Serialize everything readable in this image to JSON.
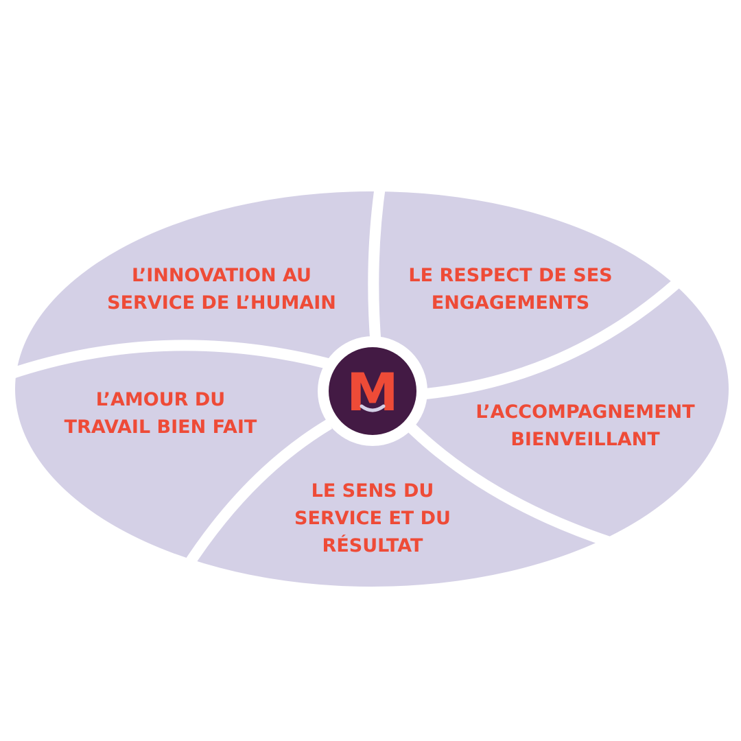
{
  "colors": {
    "background": "#ffffff",
    "segment_fill": "#d4d0e6",
    "separator": "#ffffff",
    "label_text": "#ee4b37",
    "logo_circle": "#431a44",
    "logo_letter": "#ee4b37",
    "logo_smile": "#d4d0e6"
  },
  "logo": {
    "letter": "M"
  },
  "segments": [
    {
      "id": "innovation",
      "lines": [
        "L’INNOVATION AU",
        "SERVICE DE L’HUMAIN"
      ]
    },
    {
      "id": "respect",
      "lines": [
        "LE RESPECT DE SES",
        "ENGAGEMENTS"
      ]
    },
    {
      "id": "accompagnement",
      "lines": [
        "L’ACCOMPAGNEMENT",
        "BIENVEILLANT"
      ]
    },
    {
      "id": "sens",
      "lines": [
        "LE SENS DU",
        "SERVICE ET DU",
        "RÉSULTAT"
      ]
    },
    {
      "id": "amour",
      "lines": [
        "L’AMOUR DU",
        "TRAVAIL BIEN FAIT"
      ]
    }
  ]
}
